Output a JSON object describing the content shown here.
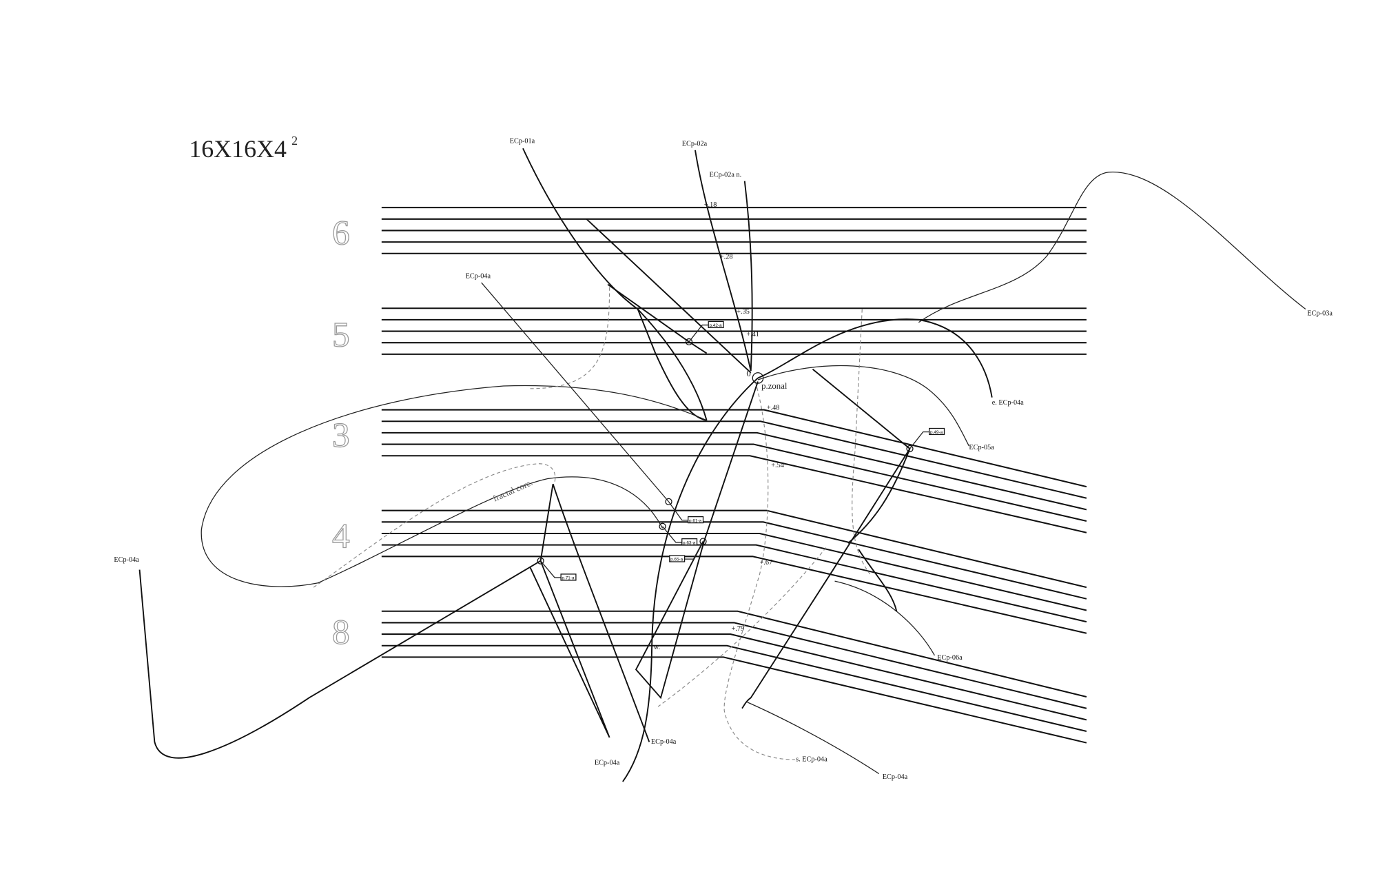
{
  "title": {
    "main": "16X16X4",
    "exponent": "2"
  },
  "staves": [
    {
      "number": "6"
    },
    {
      "number": "5"
    },
    {
      "number": "3"
    },
    {
      "number": "4"
    },
    {
      "number": "8"
    }
  ],
  "labels": {
    "ecp01a": "ECp-01a",
    "ecp02a": "ECp-02a",
    "ecp02a_n": "ECp-02a  n.",
    "ecp03a": "ECp-03a",
    "ecp04a_top": "ECp-04a",
    "ecp04a_e": "e.  ECp-04a",
    "ecp05a": "ECp-05a",
    "ecp04a_left": "ECp-04a",
    "ecp04a_b1": "ECp-04a",
    "ecp04a_b2": "ECp-04a",
    "ecp04a_s": "s. ECp-04a",
    "ecp04a_b3": "ECp-04a",
    "ecp06a": "ECp-06a",
    "zero": "0",
    "pzonal": "p.zonal",
    "fractal_core": "fractal core.",
    "w": "w."
  },
  "offsets": [
    "+.18",
    "+.28",
    "+.35",
    "+.41",
    "+.48",
    "+.54",
    "+.67",
    "+.79"
  ],
  "page_refs": [
    "p.42-a",
    "p.49-a",
    "p.61-a",
    "p.63-a",
    "p.65-a",
    "p.71-a"
  ]
}
